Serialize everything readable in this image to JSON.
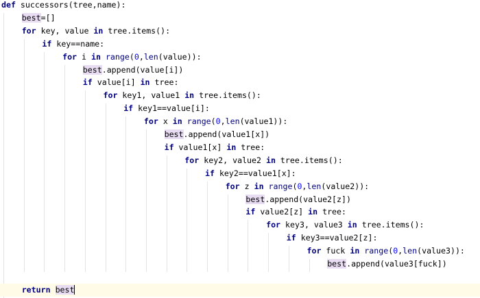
{
  "editor": {
    "language": "python",
    "lines": [
      {
        "indent": 0,
        "text": "def successors(tree,name):"
      },
      {
        "indent": 1,
        "text": "best=[]"
      },
      {
        "indent": 1,
        "text": "for key, value in tree.items():"
      },
      {
        "indent": 2,
        "text": "if key==name:"
      },
      {
        "indent": 3,
        "text": "for i in range(0,len(value)):"
      },
      {
        "indent": 4,
        "text": "best.append(value[i])"
      },
      {
        "indent": 4,
        "text": "if value[i] in tree:"
      },
      {
        "indent": 5,
        "text": "for key1, value1 in tree.items():"
      },
      {
        "indent": 6,
        "text": "if key1==value[i]:"
      },
      {
        "indent": 7,
        "text": "for x in range(0,len(value1)):"
      },
      {
        "indent": 8,
        "text": "best.append(value1[x])"
      },
      {
        "indent": 8,
        "text": "if value1[x] in tree:"
      },
      {
        "indent": 9,
        "text": "for key2, value2 in tree.items():"
      },
      {
        "indent": 10,
        "text": "if key2==value1[x]:"
      },
      {
        "indent": 11,
        "text": "for z in range(0,len(value2)):"
      },
      {
        "indent": 12,
        "text": "best.append(value2[z])"
      },
      {
        "indent": 12,
        "text": "if value2[z] in tree:"
      },
      {
        "indent": 13,
        "text": "for key3, value3 in tree.items():"
      },
      {
        "indent": 14,
        "text": "if key3==value2[z]:"
      },
      {
        "indent": 15,
        "text": "for fuck in range(0,len(value3)):"
      },
      {
        "indent": 16,
        "text": "best.append(value3[fuck])"
      },
      {
        "indent": 0,
        "text": ""
      },
      {
        "indent": 1,
        "text": "return best",
        "current": true
      }
    ]
  },
  "colors": {
    "keyword": "#000080",
    "number": "#0000ff",
    "variable_highlight": "#e8dcf2",
    "current_line": "#fffbe6",
    "indent_guide": "#e3e3e3"
  }
}
